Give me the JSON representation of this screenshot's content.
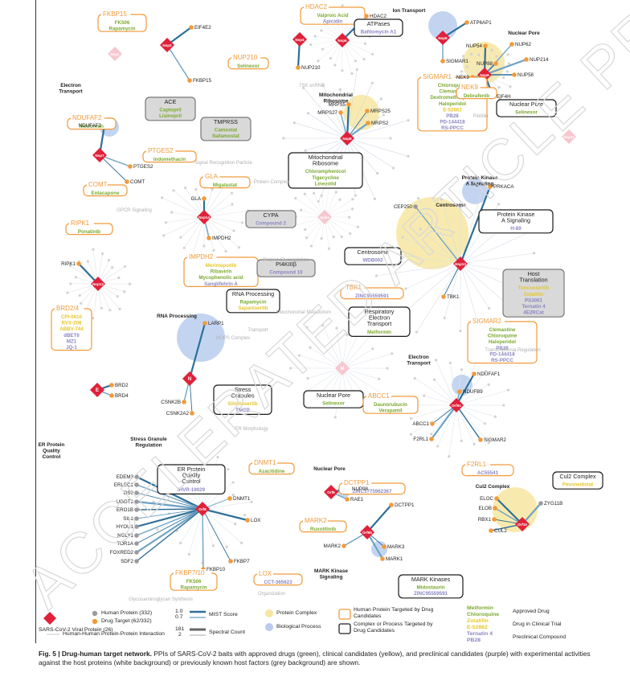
{
  "colors": {
    "viral": "#e0213a",
    "target_orange": "#f29a3a",
    "human_grey": "#9a9aa0",
    "approved": "#7aa92e",
    "clinical": "#e5c62a",
    "preclinical": "#8a86c2",
    "edge_blue": "#2e6f98",
    "complex_yellow": "#f7e6a0",
    "bio_blue": "#b9ccee",
    "watermark": "#d8d8d8"
  },
  "watermark": "ACCELERATED ARTICLE PREVIEW",
  "viral": [
    {
      "id": "nsp1",
      "label": "Nsp1",
      "ghost": true
    },
    {
      "id": "nsp2",
      "label": "Nsp2"
    },
    {
      "id": "nsp4",
      "label": "Nsp4"
    },
    {
      "id": "nsp5",
      "label": "Nsp5"
    },
    {
      "id": "nsp6",
      "label": "Nsp6"
    },
    {
      "id": "nsp7",
      "label": "Nsp7"
    },
    {
      "id": "nsp8",
      "label": "Nsp8"
    },
    {
      "id": "nsp9",
      "label": "Nsp9"
    },
    {
      "id": "nsp11",
      "label": "Nsp11",
      "ghost": true
    },
    {
      "id": "nsp12",
      "label": "Nsp12"
    },
    {
      "id": "nsp13",
      "label": "Nsp13"
    },
    {
      "id": "nsp14",
      "label": "Nsp14"
    },
    {
      "id": "spike",
      "label": "Spike",
      "ghost": true
    },
    {
      "id": "m",
      "label": "M",
      "ghost": true
    },
    {
      "id": "e",
      "label": "E"
    },
    {
      "id": "n",
      "label": "N"
    },
    {
      "id": "orf3a",
      "label": "Orf3a",
      "ghost": true
    },
    {
      "id": "orf6",
      "label": "Orf6"
    },
    {
      "id": "orf8",
      "label": "Orf8"
    },
    {
      "id": "orf9b",
      "label": "Orf9b"
    },
    {
      "id": "orf9c",
      "label": "Orf9c"
    },
    {
      "id": "orf10",
      "label": "Orf10"
    },
    {
      "id": "nsp10",
      "label": "Nsp10",
      "ghost": true
    }
  ],
  "proteins": {
    "nsp2": [
      "EIF4E2",
      "FKBP15"
    ],
    "nsp4": [
      "NUP210"
    ],
    "nsp5": [
      "HDAC2"
    ],
    "nsp6": [
      "ATP6AP1",
      "SIGMAR1"
    ],
    "nsp9": [
      "NUP54",
      "NUP62",
      "NUP88",
      "NUP214",
      "NUP58",
      "NEK9",
      "EIF4H"
    ],
    "nsp7": [
      "NDUFAF2",
      "PTGES2",
      "COMT"
    ],
    "nsp8": [
      "MRPS5",
      "MRPS27",
      "MRPS25",
      "MRPS2"
    ],
    "nsp14": [
      "GLA",
      "IMPDH2"
    ],
    "nsp13": [
      "PRKACA",
      "CEP250",
      "TBK1"
    ],
    "nsp12": [
      "RIPK1"
    ],
    "e": [
      "BRD2",
      "BRD4"
    ],
    "n": [
      "LARP1",
      "CSNK2B",
      "CSNK2A2"
    ],
    "orf9c": [
      "NDUFAF1",
      "NDUFB9",
      "ABCC1",
      "F2RL1",
      "SIGMAR2"
    ],
    "orf6": [
      "NUP98",
      "RAE1"
    ],
    "orf8": [
      "EDEM3",
      "ERLEC1",
      "OS9",
      "UGGT2",
      "ERO1B",
      "SIL1",
      "HYOU1",
      "NGLY1",
      "TOR1A",
      "FOXRED2",
      "SDF2",
      "DNMT1",
      "LOX",
      "FKBP10",
      "FKBP7"
    ],
    "orf9b": [
      "DCTPP1",
      "MARK2",
      "MARK3",
      "MARK1"
    ],
    "orf10": [
      "ELOC",
      "ELOB",
      "RBX1",
      "ZYG11B",
      "CUL2"
    ]
  },
  "drug_boxes": [
    {
      "id": "fkbp15",
      "title": "FKBP15",
      "kind": "human",
      "drugs": [
        {
          "n": "FK506",
          "c": "g"
        },
        {
          "n": "Rapamycin",
          "c": "g"
        }
      ]
    },
    {
      "id": "hdac2",
      "title": "HDAC2",
      "kind": "human",
      "drugs": [
        {
          "n": "Valproic Acid",
          "c": "g"
        },
        {
          "n": "Apicidin",
          "c": "p"
        }
      ]
    },
    {
      "id": "atpases",
      "title": "ATPases",
      "kind": "complex",
      "drugs": [
        {
          "n": "Bafilomycin A1",
          "c": "p"
        }
      ]
    },
    {
      "id": "nuclearpore1",
      "title": "Nuclear Pore",
      "kind": "complex",
      "drugs": [
        {
          "n": "Selinexor",
          "c": "g"
        }
      ]
    },
    {
      "id": "nup210",
      "title": "NUP210",
      "kind": "human",
      "drugs": [
        {
          "n": "Selinexor",
          "c": "g"
        }
      ]
    },
    {
      "id": "sigmar1",
      "title": "SIGMAR1",
      "kind": "human",
      "drugs": [
        {
          "n": "Chloroquine",
          "c": "g"
        },
        {
          "n": "Clemastine",
          "c": "g"
        },
        {
          "n": "Dextromethorphan",
          "c": "g"
        },
        {
          "n": "Haloperidol",
          "c": "g"
        },
        {
          "n": "E-52862",
          "c": "y"
        },
        {
          "n": "PB28",
          "c": "p"
        },
        {
          "n": "PD-144418",
          "c": "p"
        },
        {
          "n": "RS-PPCC",
          "c": "p"
        }
      ]
    },
    {
      "id": "nek9",
      "title": "NEK9",
      "kind": "human",
      "drugs": [
        {
          "n": "Debrafenib",
          "c": "g"
        }
      ]
    },
    {
      "id": "ace",
      "title": "ACE",
      "kind": "known",
      "drugs": [
        {
          "n": "Captopril",
          "c": "g"
        },
        {
          "n": "Lisinopril",
          "c": "g"
        }
      ]
    },
    {
      "id": "tmprss",
      "title": "TMPRSS",
      "kind": "known",
      "drugs": [
        {
          "n": "Camostat",
          "c": "g"
        },
        {
          "n": "Nafamostat",
          "c": "g"
        }
      ]
    },
    {
      "id": "ndufaf2",
      "title": "NDUFAF2",
      "kind": "human",
      "drugs": [
        {
          "n": "Metformin",
          "c": "g"
        }
      ]
    },
    {
      "id": "ptges2",
      "title": "PTGES2",
      "kind": "human",
      "drugs": [
        {
          "n": "Indomethacin",
          "c": "g"
        }
      ]
    },
    {
      "id": "comt",
      "title": "COMT",
      "kind": "human",
      "drugs": [
        {
          "n": "Entacapone",
          "c": "g"
        }
      ]
    },
    {
      "id": "mitoribo",
      "title": "Mitochondrial Ribosome",
      "kind": "complex",
      "drugs": [
        {
          "n": "Chloramphenicol",
          "c": "g"
        },
        {
          "n": "Tigecycline",
          "c": "g"
        },
        {
          "n": "Linezolid",
          "c": "g"
        }
      ]
    },
    {
      "id": "gla",
      "title": "GLA",
      "kind": "human",
      "drugs": [
        {
          "n": "Migalastat",
          "c": "g"
        }
      ]
    },
    {
      "id": "cypa",
      "title": "CYPA",
      "kind": "known",
      "drugs": [
        {
          "n": "Compound 2",
          "c": "p"
        }
      ]
    },
    {
      "id": "pka",
      "title": "Protein Kinase A Signaling",
      "kind": "complex",
      "drugs": [
        {
          "n": "H-89",
          "c": "p"
        }
      ]
    },
    {
      "id": "ripk1",
      "title": "RIPK1",
      "kind": "human",
      "drugs": [
        {
          "n": "Ponatinib",
          "c": "g"
        }
      ]
    },
    {
      "id": "impdh2",
      "title": "IMPDH2",
      "kind": "human",
      "drugs": [
        {
          "n": "Merimepodib",
          "c": "y"
        },
        {
          "n": "Ribavirin",
          "c": "g"
        },
        {
          "n": "Mycophenolic acid",
          "c": "g"
        },
        {
          "n": "Sanglifehrin A",
          "c": "p"
        }
      ]
    },
    {
      "id": "pi4k",
      "title": "PI4KIIIβ",
      "kind": "known",
      "drugs": [
        {
          "n": "Compound 10",
          "c": "p"
        }
      ]
    },
    {
      "id": "centrosome",
      "title": "Centrosome",
      "kind": "complex",
      "drugs": [
        {
          "n": "WDB002",
          "c": "p"
        }
      ]
    },
    {
      "id": "hosttrans",
      "title": "Host Translation",
      "kind": "known",
      "drugs": [
        {
          "n": "Tomivosertib",
          "c": "y"
        },
        {
          "n": "Zotatifin",
          "c": "y"
        },
        {
          "n": "PS3061",
          "c": "p"
        },
        {
          "n": "Ternatin 4",
          "c": "p"
        },
        {
          "n": "4E2RCat",
          "c": "p"
        }
      ]
    },
    {
      "id": "brd24",
      "title": "BRD2/4",
      "kind": "human",
      "drugs": [
        {
          "n": "CPI-0610",
          "c": "y"
        },
        {
          "n": "RVX-208",
          "c": "y"
        },
        {
          "n": "ABBV-744",
          "c": "y"
        },
        {
          "n": "dBET6",
          "c": "p"
        },
        {
          "n": "MZ1",
          "c": "p"
        },
        {
          "n": "JQ-1",
          "c": "p"
        }
      ]
    },
    {
      "id": "rnaproc",
      "title": "RNA Processing",
      "kind": "complex",
      "drugs": [
        {
          "n": "Rapamycin",
          "c": "g"
        },
        {
          "n": "Sapanisertib",
          "c": "y"
        }
      ]
    },
    {
      "id": "tbk1",
      "title": "TBK1",
      "kind": "human",
      "drugs": [
        {
          "n": "ZINC95559591",
          "c": "p"
        }
      ]
    },
    {
      "id": "respet",
      "title": "Respiratory Electron Transport",
      "kind": "complex",
      "drugs": [
        {
          "n": "Metformin",
          "c": "g"
        }
      ]
    },
    {
      "id": "sigmar2",
      "title": "SIGMAR2",
      "kind": "human",
      "drugs": [
        {
          "n": "Clemastine",
          "c": "g"
        },
        {
          "n": "Chloroquine",
          "c": "g"
        },
        {
          "n": "Haloperidol",
          "c": "g"
        },
        {
          "n": "PB28",
          "c": "p"
        },
        {
          "n": "PD-144418",
          "c": "p"
        },
        {
          "n": "RS-PPCC",
          "c": "p"
        }
      ]
    },
    {
      "id": "stressgran",
      "title": "Stress Granules",
      "kind": "complex",
      "drugs": [
        {
          "n": "Silmitasertib",
          "c": "y"
        },
        {
          "n": "TMCB",
          "c": "p"
        }
      ]
    },
    {
      "id": "nuclearpore2",
      "title": "Nuclear Pore",
      "kind": "complex",
      "drugs": [
        {
          "n": "Selinexor",
          "c": "g"
        }
      ]
    },
    {
      "id": "abcc1",
      "title": "ABCC1",
      "kind": "human",
      "drugs": [
        {
          "n": "Daunorubucin",
          "c": "g"
        },
        {
          "n": "Verapamil",
          "c": "g"
        }
      ]
    },
    {
      "id": "f2rl1",
      "title": "F2RL1",
      "kind": "human",
      "drugs": [
        {
          "n": "AC55541",
          "c": "p"
        }
      ]
    },
    {
      "id": "erqc",
      "title": "ER Protein Quality Control",
      "kind": "complex",
      "drugs": [
        {
          "n": "IHVR-19029",
          "c": "p"
        }
      ]
    },
    {
      "id": "dnmt1",
      "title": "DNMT1",
      "kind": "human",
      "drugs": [
        {
          "n": "Azacitidine",
          "c": "g"
        }
      ]
    },
    {
      "id": "dctpp1",
      "title": "DCTPP1",
      "kind": "human",
      "drugs": [
        {
          "n": "ZINC1775962367",
          "c": "p"
        }
      ]
    },
    {
      "id": "cul2",
      "title": "Cul2 Complex",
      "kind": "complex",
      "drugs": [
        {
          "n": "Pevonedistat",
          "c": "y"
        }
      ]
    },
    {
      "id": "mark2",
      "title": "MARK2",
      "kind": "human",
      "drugs": [
        {
          "n": "Ruxolitinib",
          "c": "g"
        }
      ]
    },
    {
      "id": "fkbp710",
      "title": "FKBP7/10",
      "kind": "human",
      "drugs": [
        {
          "n": "FK506",
          "c": "g"
        },
        {
          "n": "Rapamycin",
          "c": "g"
        }
      ]
    },
    {
      "id": "lox",
      "title": "LOX",
      "kind": "human",
      "drugs": [
        {
          "n": "CCT-365623",
          "c": "p"
        }
      ]
    },
    {
      "id": "markk",
      "title": "MARK Kinases",
      "kind": "complex",
      "drugs": [
        {
          "n": "Midostaurin",
          "c": "g"
        },
        {
          "n": "ZINC95559591",
          "c": "p"
        }
      ]
    }
  ],
  "group_labels": [
    "Ion Transport",
    "Nuclear Pore",
    "Mitochondrial Ribosome",
    "Electron Transport",
    "Centrosome",
    "Protein Kinase A Signaling",
    "RNA Processing",
    "Stress Granule Regulation",
    "ER Protein Quality Control",
    "Electron Transport",
    "Nuclear Pore",
    "Cul2 Complex",
    "MARK Kinase Signaling"
  ],
  "faint_labels": [
    "7SK snRNP",
    "Fibrillin",
    "Signal Recognition Particle",
    "GPCR Signaling",
    "Protein Glycosylation",
    "HOPS Complex",
    "Mitochondrial Metabolism",
    "Transport",
    "Transcriptional Regulation",
    "ER Morphology",
    "Organization",
    "Glycosaminoglycan Synthesis",
    "Protein Complex"
  ],
  "legend": {
    "viral": "SARS-CoV-2 Viral Protein (26)",
    "human": "Human Protein (332)",
    "drug_target": "Drug Target (62/332)",
    "ppi": "Human-Human Protein-Protein Interaction",
    "mist_label": "MIST Score",
    "mist_hi": "1.0",
    "mist_lo": "0.7",
    "spec_label": "Spectral Count",
    "spec_hi": "181",
    "spec_lo": "2",
    "complex": "Protein Complex",
    "bio": "Biological Process",
    "human_target": "Human Protein Targeted by Drug Candidates",
    "complex_target": "Complex or Process Targeted by Drug Candidates",
    "ex_approved": "Metformin",
    "ex_approved2": "Chloroquine",
    "ex_clinical": "Zotatifin",
    "ex_clinical2": "E-52862",
    "ex_pre": "Ternatin 4",
    "ex_pre2": "PB28",
    "approved": "Approved Drug",
    "clinical": "Drug in Clinical Trial",
    "preclinical": "Preclinical Compound"
  },
  "caption": {
    "fig": "Fig. 5 | Drug-human target network.",
    "text": " PPIs of SARS-CoV-2 baits with approved drugs (green), clinical candidates (yellow), and preclinical candidates (purple) with experimental activities against the host proteins (white background) or previously known host factors (grey background) are shown."
  }
}
